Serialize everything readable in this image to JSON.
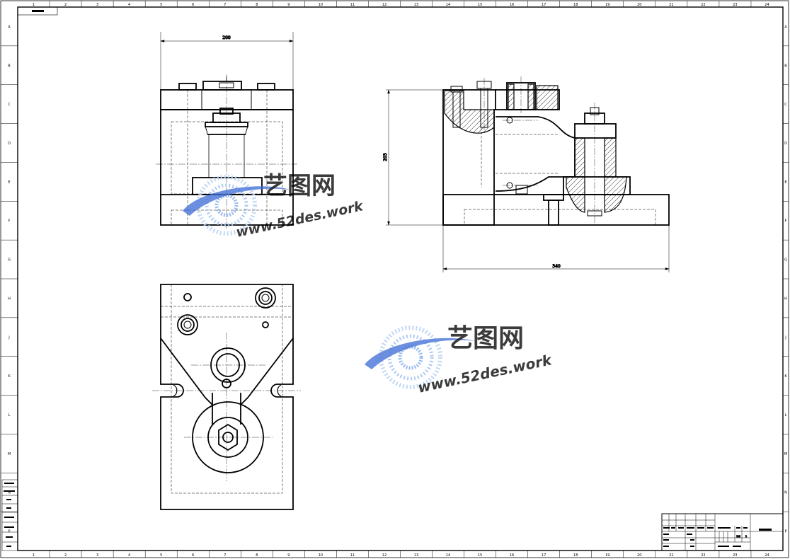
{
  "drawing": {
    "dimensions": {
      "front_width": "200",
      "side_height": "203",
      "side_length": "340"
    },
    "grid": {
      "columns": [
        "1",
        "2",
        "3",
        "4",
        "5",
        "6",
        "7",
        "8",
        "9",
        "10",
        "11",
        "12",
        "13",
        "14",
        "15",
        "16",
        "17",
        "18",
        "19",
        "20",
        "21",
        "22",
        "23",
        "24"
      ],
      "rows": [
        "A",
        "B",
        "C",
        "D",
        "E",
        "F",
        "G",
        "H",
        "J",
        "K",
        "L",
        "M",
        "N",
        "P"
      ]
    },
    "title_block": {
      "scale": "1:2",
      "sheet_no": "1"
    }
  },
  "watermark": {
    "cn_text": "艺图网",
    "url_text": "www.52des.work",
    "colors": {
      "primary": "#3f6fd6",
      "light": "#9ec0f0"
    }
  }
}
